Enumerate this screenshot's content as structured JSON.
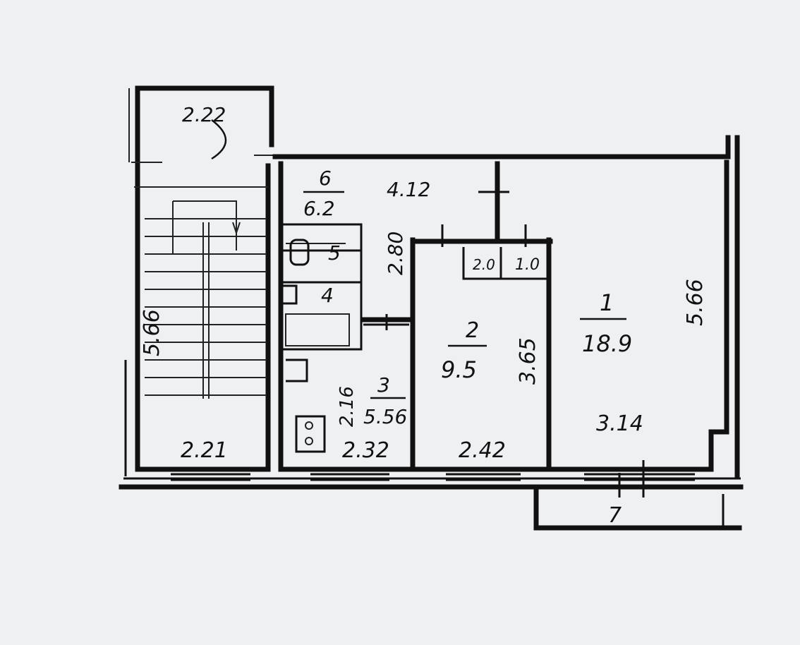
{
  "plan": {
    "stairwell": {
      "top_width": "2.22",
      "length": "5.66",
      "bottom_width": "2.21"
    },
    "room_1": {
      "number": "1",
      "area": "18.9",
      "length": "5.66",
      "width": "3.14"
    },
    "room_2": {
      "number": "2",
      "area": "9.5",
      "length": "3.65",
      "width": "2.42"
    },
    "room_3": {
      "number": "3",
      "area": "5.56",
      "length": "2.16",
      "width": "2.32"
    },
    "room_4": {
      "number": "4"
    },
    "room_5": {
      "number": "5"
    },
    "room_6": {
      "number": "6",
      "area": "6.2",
      "length": "4.12",
      "width": "2.80"
    },
    "closets": {
      "small_a": "2.0",
      "small_b": "1.0"
    },
    "balcony": {
      "number": "7"
    }
  }
}
